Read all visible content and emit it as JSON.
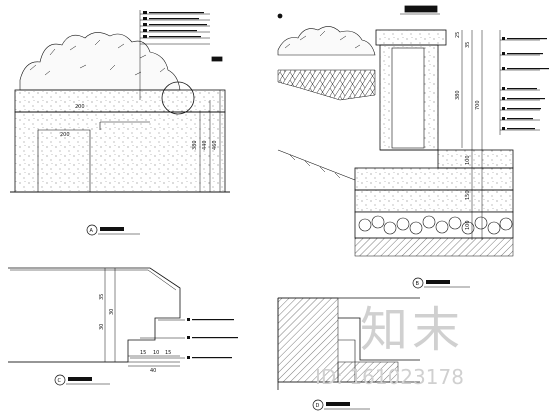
{
  "drawing": {
    "panel_a": {
      "marker": "A",
      "dims": [
        "200",
        "200",
        "380",
        "440",
        "460"
      ]
    },
    "panel_b": {
      "marker": "B",
      "dims": [
        "25",
        "35",
        "380",
        "700",
        "100",
        "150",
        "100"
      ]
    },
    "panel_c": {
      "marker": "C",
      "dims": [
        "35",
        "30",
        "30",
        "15",
        "10",
        "15",
        "40"
      ]
    },
    "panel_d": {
      "marker": "D"
    }
  },
  "watermark": {
    "brand": "知末",
    "id_text": "ID: 161023178"
  }
}
